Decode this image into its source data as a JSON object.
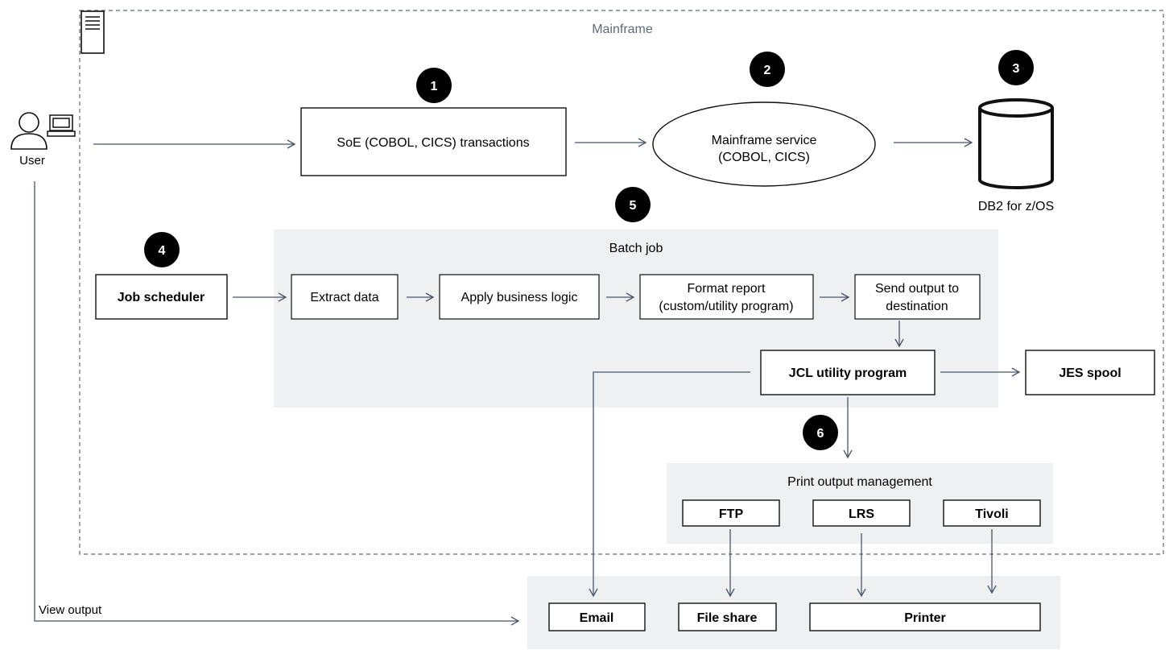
{
  "mainframe": {
    "label": "Mainframe"
  },
  "user": {
    "label": "User",
    "view_output_label": "View output"
  },
  "steps": {
    "s1": "1",
    "s2": "2",
    "s3": "3",
    "s4": "4",
    "s5": "5",
    "s6": "6"
  },
  "online": {
    "soe_line1": "SoE (COBOL, CICS) transactions",
    "service_line1": "Mainframe service",
    "service_line2": "(COBOL, CICS)",
    "db_label": "DB2 for z/OS"
  },
  "batch": {
    "group_label": "Batch job",
    "job_scheduler": "Job scheduler",
    "extract_data": "Extract data",
    "apply_logic": "Apply business logic",
    "format_line1": "Format report",
    "format_line2": "(custom/utility program)",
    "send_line1": "Send output to",
    "send_line2": "destination",
    "jcl_utility": "JCL utility program",
    "jes_spool": "JES spool"
  },
  "print_mgmt": {
    "group_label": "Print output management",
    "ftp": "FTP",
    "lrs": "LRS",
    "tivoli": "Tivoli"
  },
  "destinations": {
    "email": "Email",
    "file_share": "File share",
    "printer": "Printer"
  },
  "colors": {
    "group_fill": "#eef0f2",
    "badge_fill": "#000000",
    "edge": "#4a5566",
    "boundary": "#5f6b7a",
    "mainframe_label": "#5f6b7a"
  }
}
